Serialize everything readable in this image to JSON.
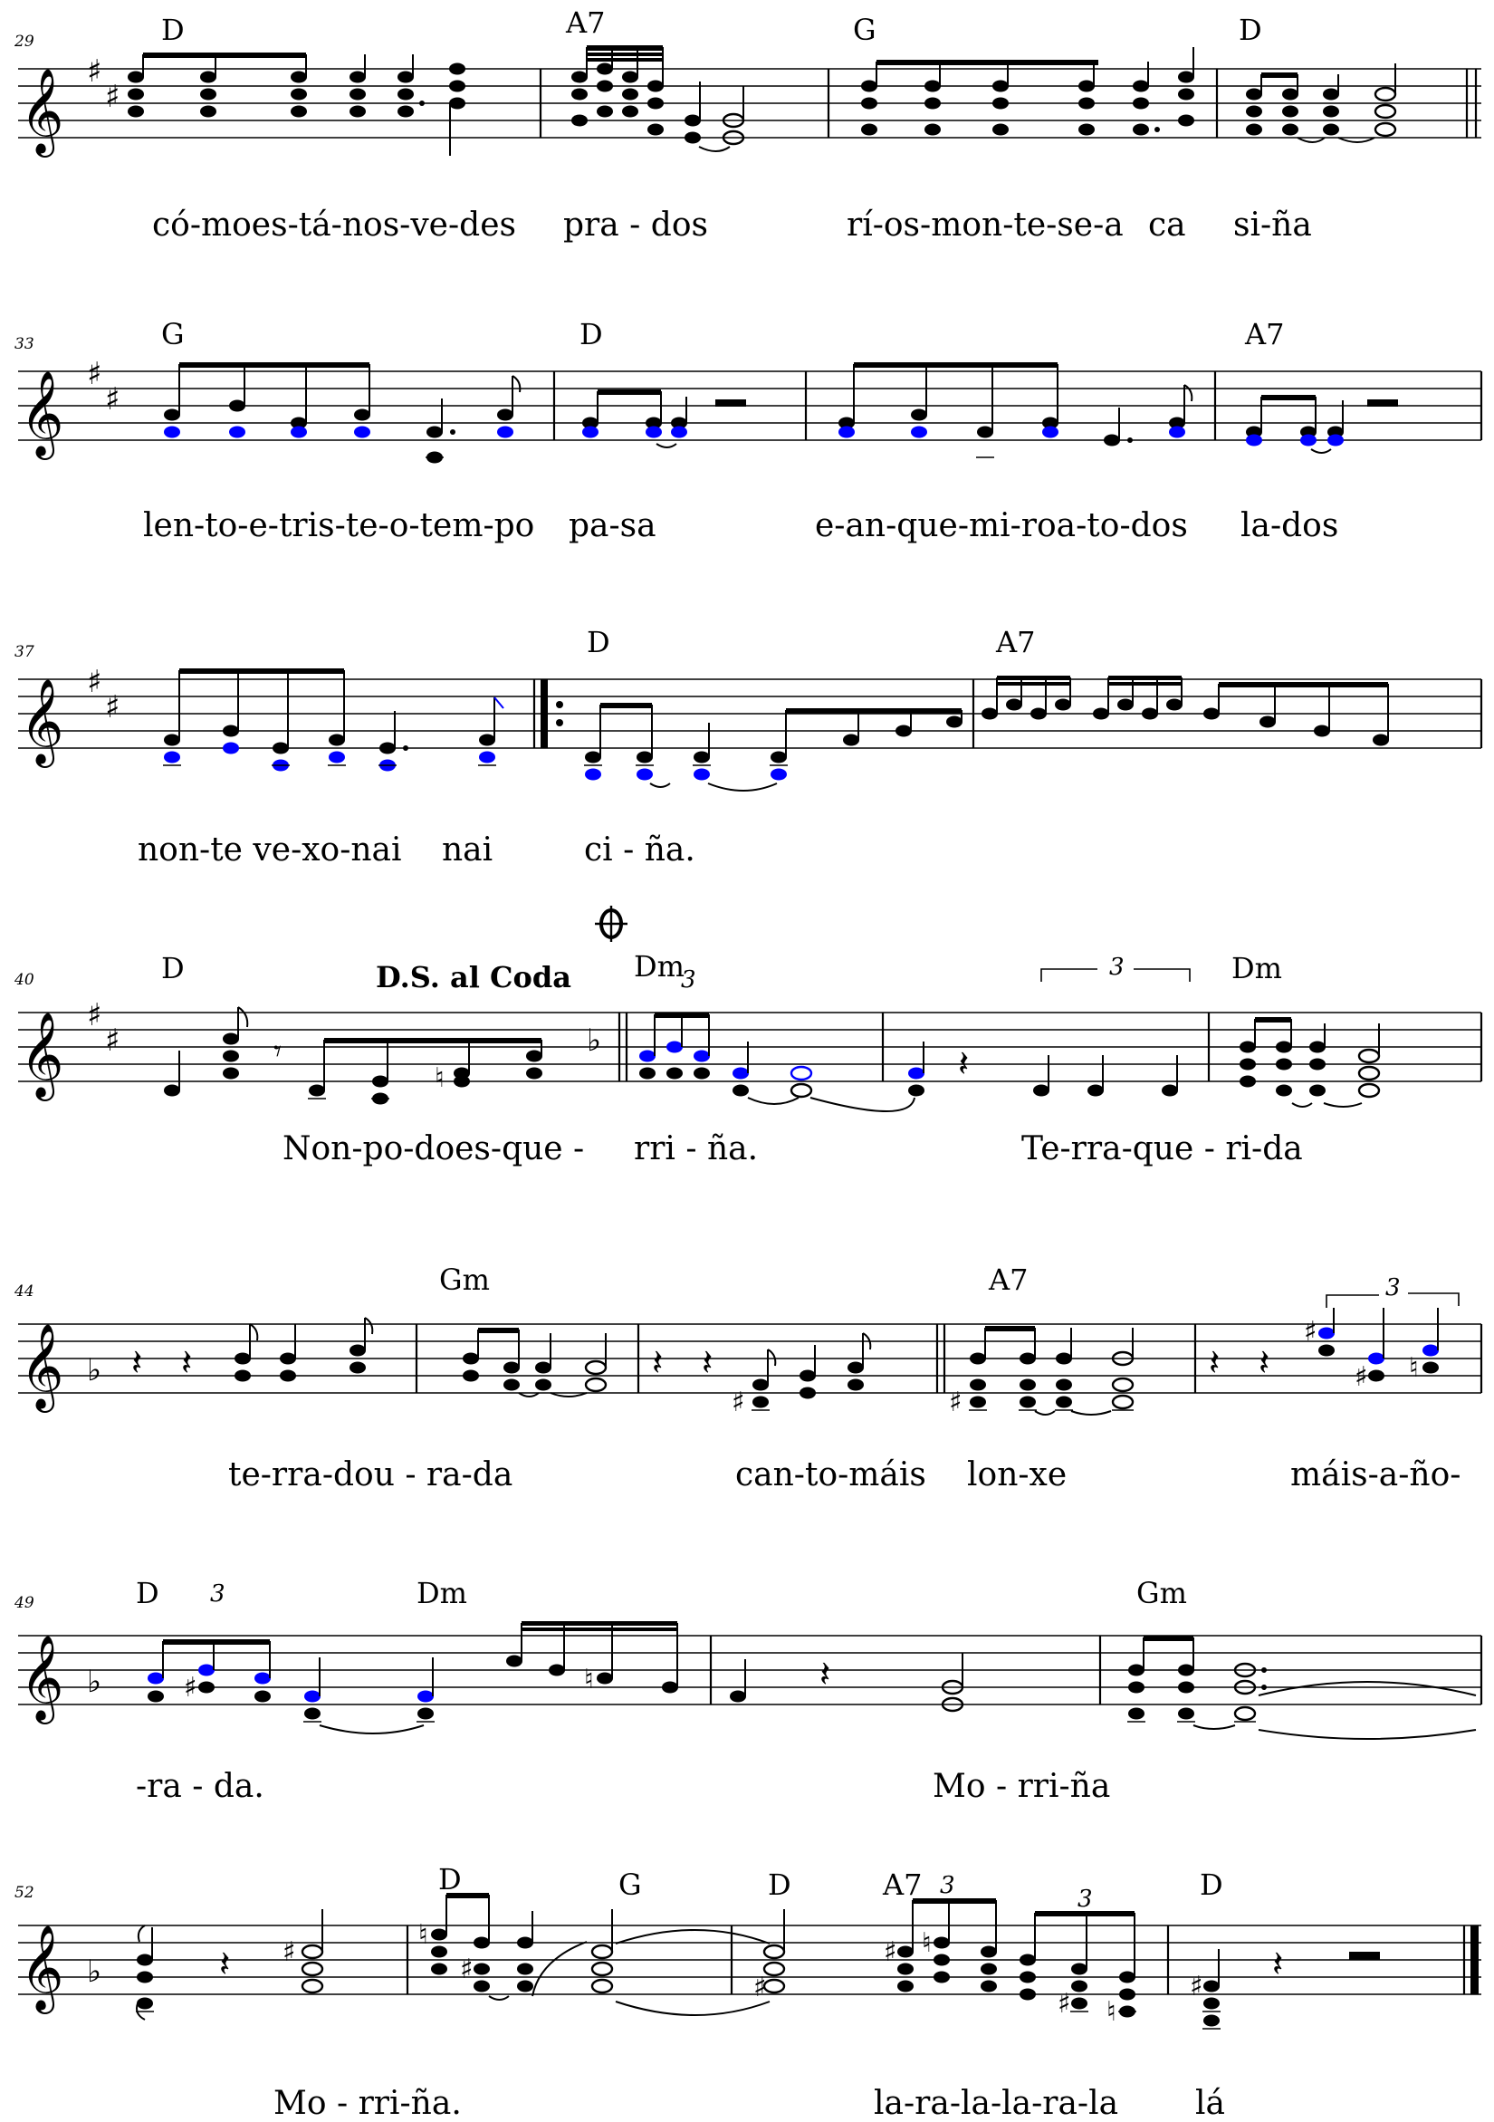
{
  "systems": [
    {
      "measure_start": "29",
      "chords": [
        "D",
        "A7",
        "G",
        "D"
      ],
      "lyrics": [
        "có-moes-tá-nos-ve-des",
        "pra - dos",
        "rí-os-mon-te-se-a",
        "ca",
        "si-ña"
      ]
    },
    {
      "measure_start": "33",
      "chords": [
        "G",
        "D",
        "A7"
      ],
      "lyrics": [
        "len-to-e-tris-te-o-tem-po",
        "pa-sa",
        "e-an-que-mi-roa-to-dos",
        "la-dos"
      ]
    },
    {
      "measure_start": "37",
      "chords": [
        "D",
        "A7"
      ],
      "lyrics": [
        "non-te ve-xo-nai",
        "nai",
        "ci - ña."
      ]
    },
    {
      "measure_start": "40",
      "chords": [
        "D",
        "Dm",
        "Dm"
      ],
      "lyrics": [
        "Non-po-does-que -",
        "rri - ña.",
        "Te-rra-que - ri-da"
      ],
      "tempo_mark": "D.S. al Coda",
      "coda_symbol": "coda",
      "tuplets": [
        "3",
        "3"
      ]
    },
    {
      "measure_start": "44",
      "chords": [
        "Gm",
        "A7"
      ],
      "lyrics": [
        "te-rra-dou - ra-da",
        "can-to-máis",
        "lon-xe",
        "máis-a-ño-"
      ],
      "tuplets": [
        "3"
      ]
    },
    {
      "measure_start": "49",
      "chords": [
        "D",
        "Dm",
        "Gm"
      ],
      "lyrics": [
        "-ra - da.",
        "Mo - rri-ña"
      ],
      "tuplets": [
        "3"
      ]
    },
    {
      "measure_start": "52",
      "chords": [
        "D",
        "G",
        "D",
        "A7",
        "D"
      ],
      "lyrics": [
        "Mo - rri-ña.",
        "la-ra-la-la-ra-la",
        "lá"
      ],
      "tuplets": [
        "3",
        "3"
      ]
    }
  ],
  "colors": {
    "ink": "#000000",
    "highlight": "#0000ff"
  }
}
